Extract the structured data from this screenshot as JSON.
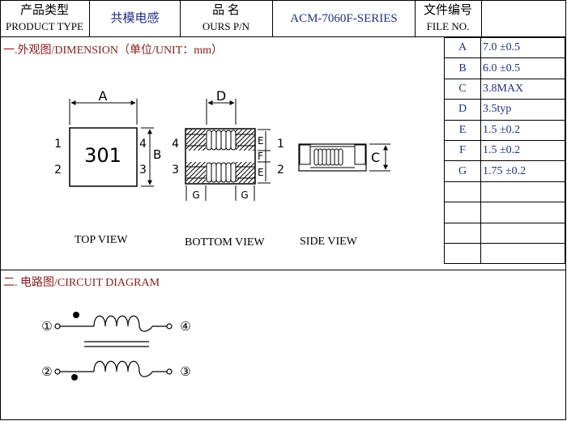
{
  "header": {
    "product_type_cn": "产品类型",
    "product_type_en": "PRODUCT TYPE",
    "product_type_value": "共模电感",
    "part_no_cn": "品 名",
    "part_no_en": "OURS P/N",
    "part_no_value": "ACM-7060F-SERIES",
    "file_no_cn": "文件编号",
    "file_no_en": "FILE NO.",
    "file_no_value": ""
  },
  "dimension_section": {
    "title": "一.外观图/DIMENSION（单位/UNIT：mm）",
    "marking": "301",
    "labels": {
      "a": "A",
      "b": "B",
      "d": "D",
      "c": "C",
      "e": "E",
      "f": "F",
      "g": "G",
      "p1": "1",
      "p2": "2",
      "p3": "3",
      "p4": "4"
    },
    "captions": {
      "top": "TOP VIEW",
      "bottom": "BOTTOM VIEW",
      "side": "SIDE VIEW"
    },
    "table": [
      {
        "key": "A",
        "value": "7.0 ±0.5"
      },
      {
        "key": "B",
        "value": "6.0 ±0.5"
      },
      {
        "key": "C",
        "value": "3.8MAX"
      },
      {
        "key": "D",
        "value": "3.5typ"
      },
      {
        "key": "E",
        "value": "1.5 ±0.2"
      },
      {
        "key": "F",
        "value": "1.5 ±0.2"
      },
      {
        "key": "G",
        "value": "1.75 ±0.2"
      },
      {
        "key": "",
        "value": ""
      },
      {
        "key": "",
        "value": ""
      },
      {
        "key": "",
        "value": ""
      },
      {
        "key": "",
        "value": ""
      }
    ]
  },
  "circuit_section": {
    "title": "二. 电路图/CIRCUIT DIAGRAM",
    "pins": {
      "p1": "①",
      "p2": "②",
      "p3": "③",
      "p4": "④"
    }
  }
}
